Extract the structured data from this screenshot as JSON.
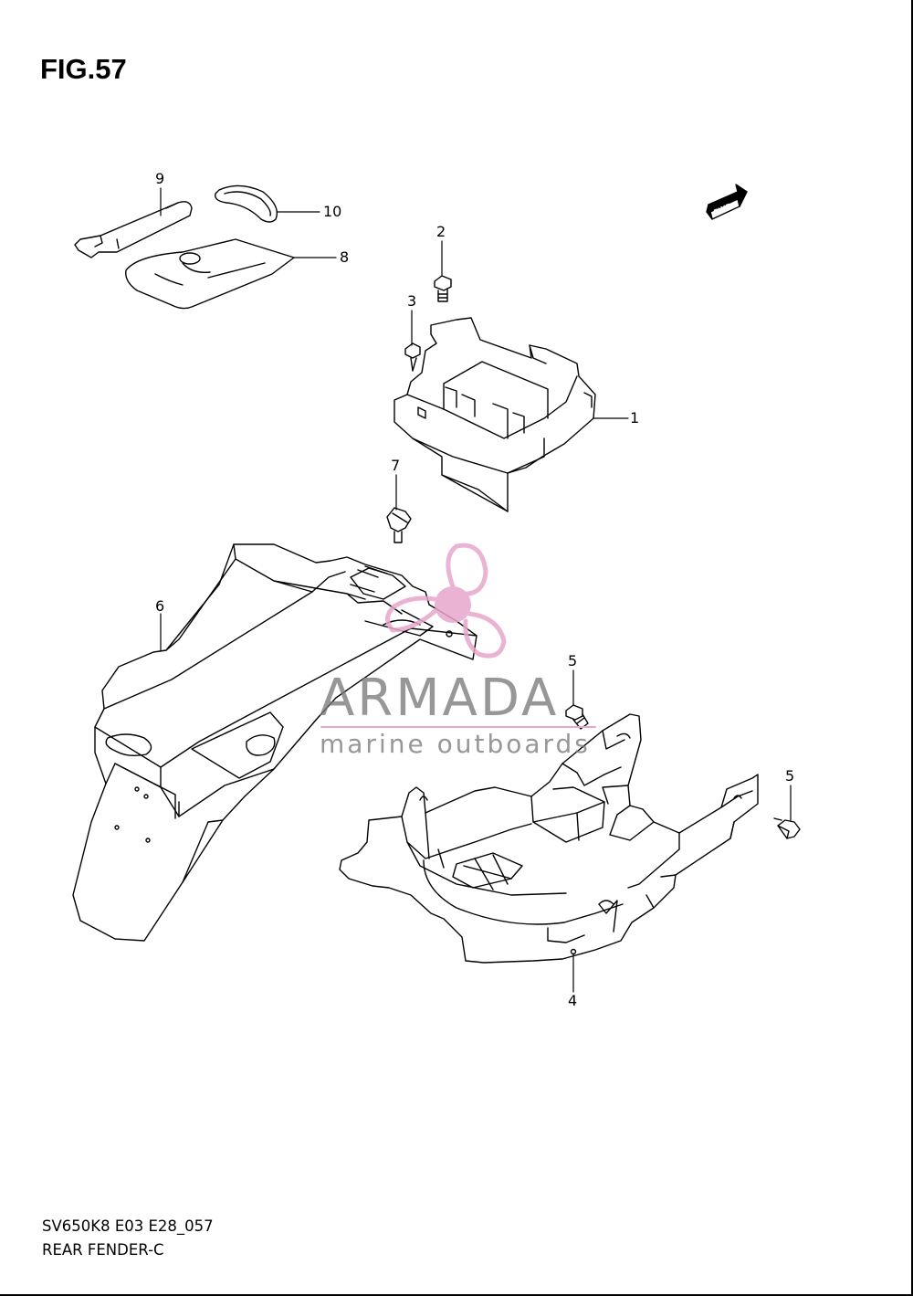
{
  "figure": {
    "title": "FIG.57",
    "code": "SV650K8 E03 E28_057",
    "name": "REAR FENDER-C"
  },
  "fwd_badge": "FWD",
  "callouts": [
    {
      "id": "9",
      "label": "9"
    },
    {
      "id": "10",
      "label": "10"
    },
    {
      "id": "8",
      "label": "8"
    },
    {
      "id": "2",
      "label": "2"
    },
    {
      "id": "3",
      "label": "3"
    },
    {
      "id": "1",
      "label": "1"
    },
    {
      "id": "7",
      "label": "7"
    },
    {
      "id": "6",
      "label": "6"
    },
    {
      "id": "5a",
      "label": "5"
    },
    {
      "id": "5b",
      "label": "5"
    },
    {
      "id": "4",
      "label": "4"
    }
  ],
  "watermark": {
    "brand": "ARMADA",
    "tagline": "marine outboards",
    "logo_color": "#e8a6cc",
    "text_color": "#7a7a7a"
  }
}
